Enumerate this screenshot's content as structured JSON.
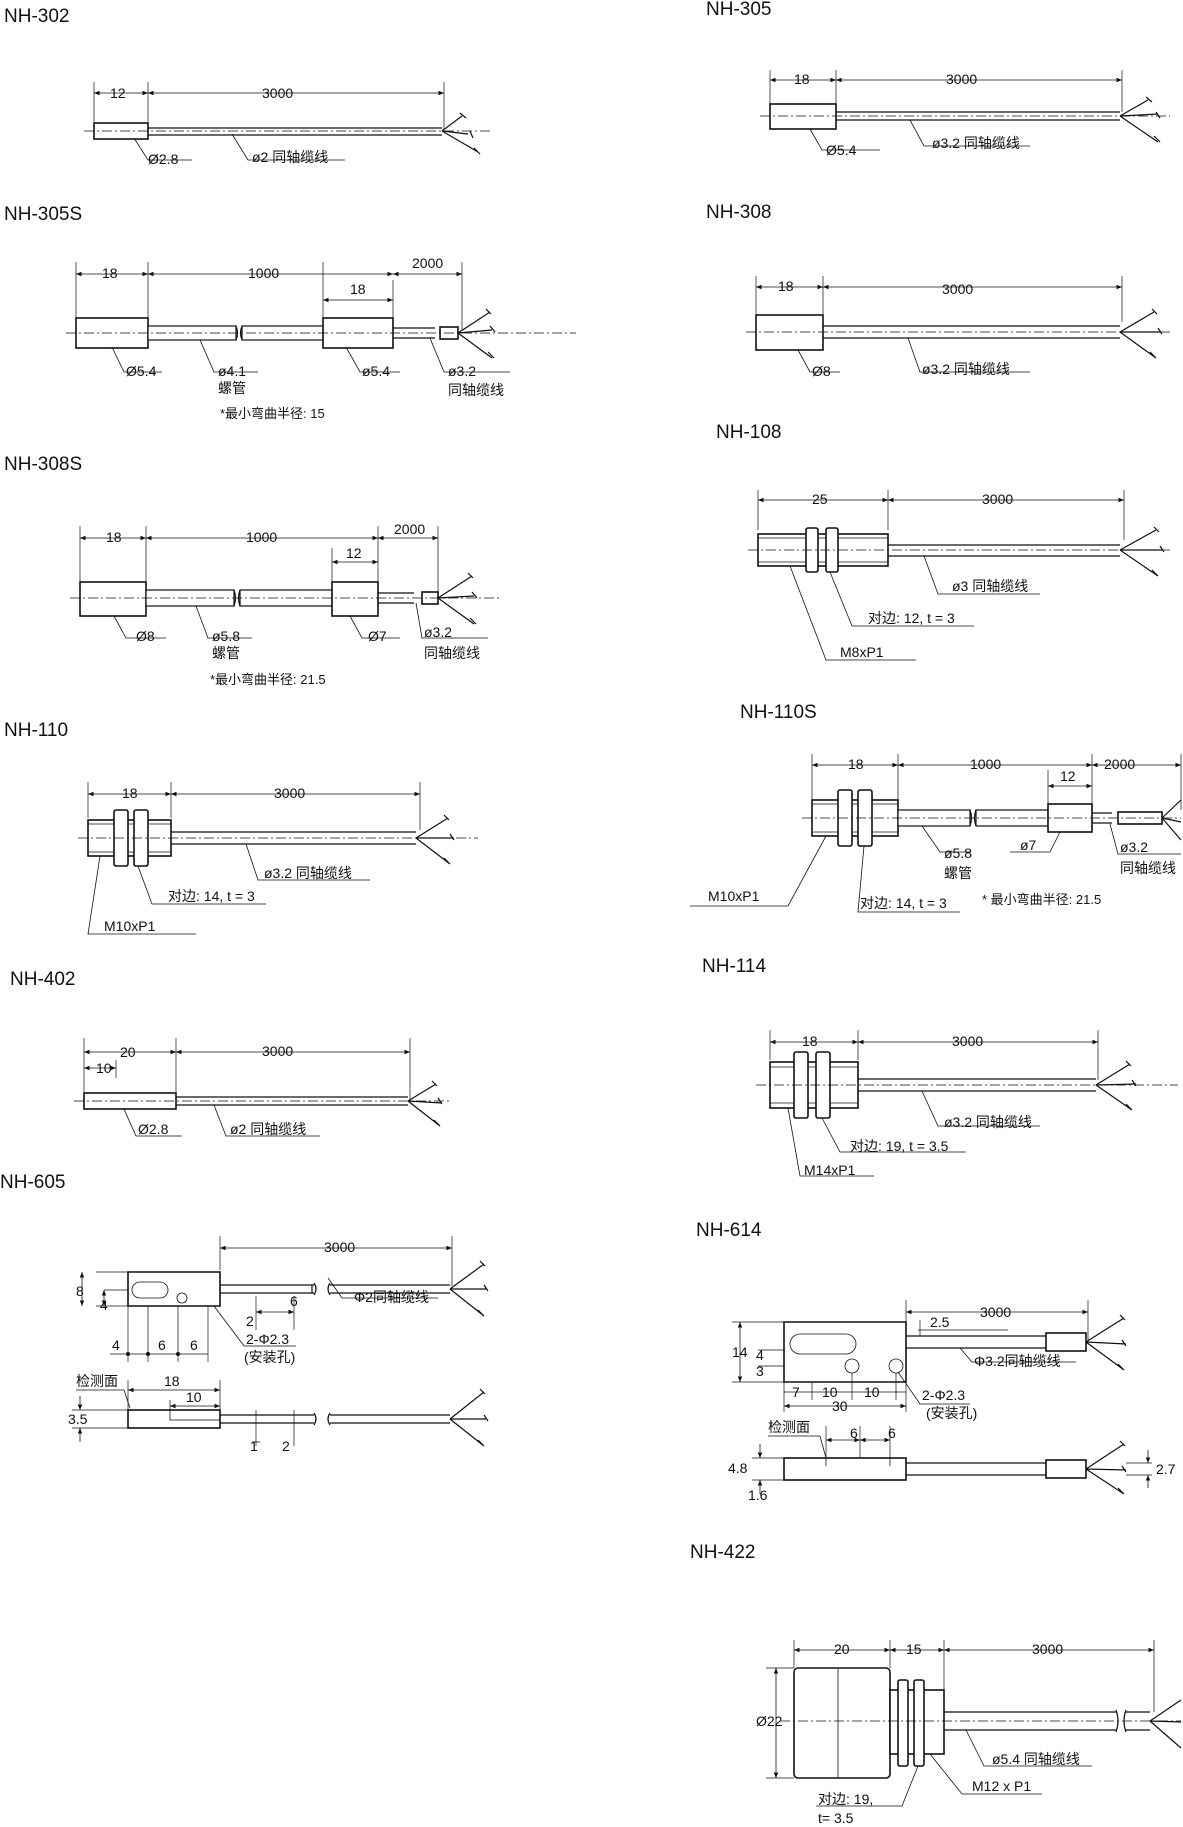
{
  "models": {
    "nh302": {
      "title": "NH-302",
      "d_len": "12",
      "d_cable": "3000",
      "d_body": "Ø2.8",
      "d_cab": "ø2 同轴缆线"
    },
    "nh305": {
      "title": "NH-305",
      "d_len": "18",
      "d_cable": "3000",
      "d_body": "Ø5.4",
      "d_cab": "ø3.2 同轴缆线"
    },
    "nh305s": {
      "title": "NH-305S",
      "d_len": "18",
      "d_tube": "1000",
      "d_cable": "2000",
      "d_len2": "18",
      "d_body": "Ø5.4",
      "d_tube_dia": "ø4.1",
      "tube_label": "螺管",
      "d_body2": "ø5.4",
      "d_cab": "ø3.2",
      "cab_label": "同轴缆线",
      "note": "*最小弯曲半径: 15"
    },
    "nh308": {
      "title": "NH-308",
      "d_len": "18",
      "d_cable": "3000",
      "d_body": "Ø8",
      "d_cab": "ø3.2 同轴缆线"
    },
    "nh108": {
      "title": "NH-108",
      "d_len": "25",
      "d_cable": "3000",
      "d_cab": "ø3 同轴缆线",
      "d_hex": "对边: 12, t = 3",
      "d_thread": "M8xP1"
    },
    "nh308s": {
      "title": "NH-308S",
      "d_len": "18",
      "d_tube": "1000",
      "d_cable": "2000",
      "d_len2": "12",
      "d_body": "Ø8",
      "d_tube_dia": "ø5.8",
      "tube_label": "螺管",
      "d_body2": "Ø7",
      "d_cab": "ø3.2",
      "cab_label": "同轴缆线",
      "note": "*最小弯曲半径: 21.5"
    },
    "nh110": {
      "title": "NH-110",
      "d_len": "18",
      "d_cable": "3000",
      "d_cab": "ø3.2 同轴缆线",
      "d_hex": "对边: 14, t = 3",
      "d_thread": "M10xP1"
    },
    "nh110s": {
      "title": "NH-110S",
      "d_len": "18",
      "d_tube": "1000",
      "d_cable": "2000",
      "d_len2": "12",
      "d_tube_dia": "ø5.8",
      "tube_label": "螺管",
      "d_body2": "ø7",
      "d_cab": "ø3.2",
      "cab_label": "同轴缆线",
      "d_thread": "M10xP1",
      "d_hex": "对边: 14, t = 3",
      "note": "* 最小弯曲半径: 21.5"
    },
    "nh402": {
      "title": "NH-402",
      "d_len": "20",
      "d_len_b": "10",
      "d_cable": "3000",
      "d_body": "Ø2.8",
      "d_cab": "ø2 同轴缆线"
    },
    "nh114": {
      "title": "NH-114",
      "d_len": "18",
      "d_cable": "3000",
      "d_cab": "ø3.2 同轴缆线",
      "d_hex": "对边: 19, t = 3.5",
      "d_thread": "M14xP1"
    },
    "nh605": {
      "title": "NH-605",
      "d_cable": "3000",
      "d_h": "8",
      "d_h2": "4",
      "d_6": "6",
      "d_cab": "Φ2同轴缆线",
      "d_2": "2",
      "d_holes": "2-Φ2.3",
      "holes_label": "(安装孔)",
      "d_a": "4",
      "d_b": "6",
      "d_c": "6",
      "face": "检测面",
      "d_18": "18",
      "d_10": "10",
      "d_35": "3.5",
      "d_1": "1",
      "d_2b": "2"
    },
    "nh614": {
      "title": "NH-614",
      "d_cable": "3000",
      "d_25": "2.5",
      "d_14": "14",
      "d_4": "4",
      "d_3": "3",
      "d_cab": "Φ3.2同轴缆线",
      "d_7": "7",
      "d_10a": "10",
      "d_10b": "10",
      "d_30": "30",
      "d_holes": "2-Φ2.3",
      "holes_label": "(安装孔)",
      "face": "检测面",
      "d_6a": "6",
      "d_6b": "6",
      "d_48": "4.8",
      "d_16": "1.6",
      "d_27": "2.7"
    },
    "nh422": {
      "title": "NH-422",
      "d_20": "20",
      "d_15": "15",
      "d_cable": "3000",
      "d_22": "Ø22",
      "d_cab": "ø5.4 同轴缆线",
      "d_thread": "M12 x P1",
      "d_hex1": "对边: 19,",
      "d_hex2": "t= 3.5"
    }
  }
}
